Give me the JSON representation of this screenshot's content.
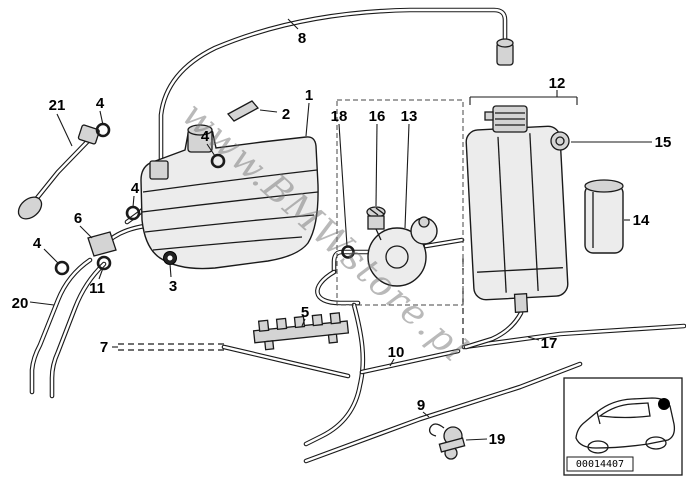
{
  "diagram": {
    "watermark": "www.BMWstore.pl",
    "inset": {
      "part_code": "00014407"
    },
    "labels": {
      "p1": "1",
      "p2": "2",
      "p3": "3",
      "p4a": "4",
      "p4b": "4",
      "p4c": "4",
      "p4d": "4",
      "p5": "5",
      "p6": "6",
      "p7": "7",
      "p8": "8",
      "p9": "9",
      "p10": "10",
      "p11": "11",
      "p12": "12",
      "p13": "13",
      "p14": "14",
      "p15": "15",
      "p16": "16",
      "p17": "17",
      "p18": "18",
      "p19": "19",
      "p20": "20",
      "p21": "21"
    }
  }
}
